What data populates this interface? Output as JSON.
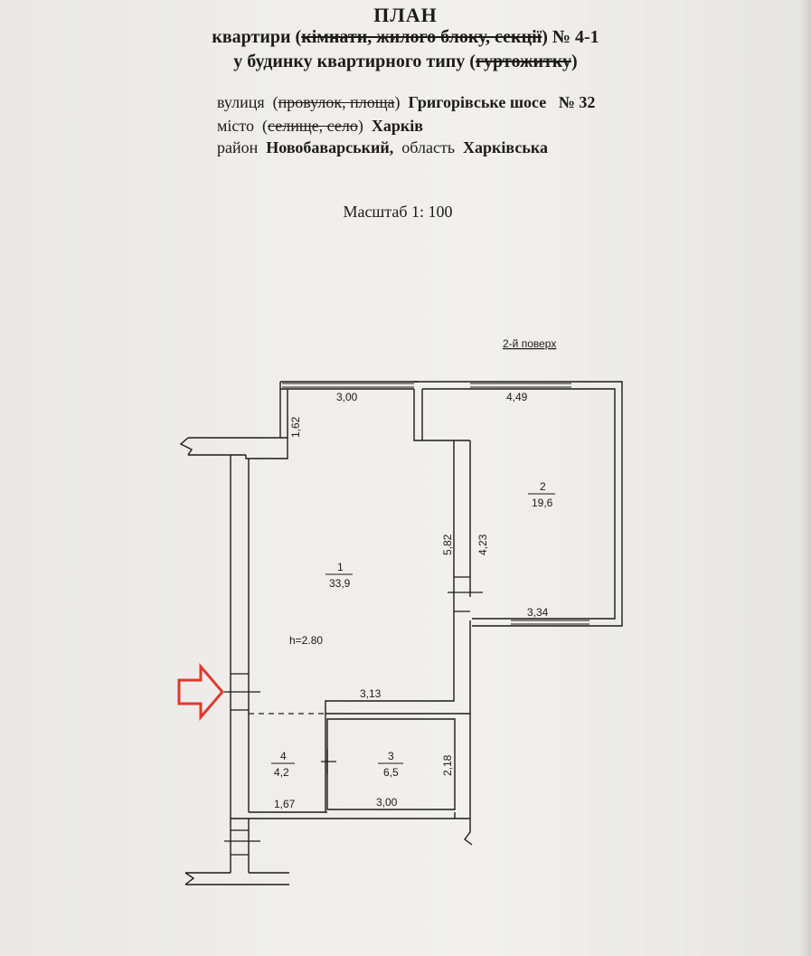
{
  "header": {
    "title": "ПЛАН",
    "line1": {
      "a": "квартири (",
      "b": "кімнати, жилого блоку, секції",
      "c": ") № 4-1"
    },
    "line2": {
      "a": "у будинку квартирного типу (",
      "b": "гуртожитку",
      "c": ")"
    },
    "street": {
      "label": "вулиця",
      "strike": "провулок, площа",
      "value": "Григорівське шосе",
      "num": "№ 32"
    },
    "city": {
      "label": "місто",
      "strike": "селище, село",
      "value": "Харків"
    },
    "district": {
      "label": "район",
      "value": "Новобаварський,",
      "oblast_label": "область",
      "oblast": "Харківська"
    },
    "scale": "Масштаб 1: 100"
  },
  "plan": {
    "floor": "2-й поверх",
    "height": "h=2.80",
    "rooms": [
      {
        "num": "1",
        "area": "33,9"
      },
      {
        "num": "2",
        "area": "19,6"
      },
      {
        "num": "3",
        "area": "6,5"
      },
      {
        "num": "4",
        "area": "4,2"
      }
    ],
    "dims": [
      "3,00",
      "4,49",
      "1,62",
      "5,82",
      "4,23",
      "3,34",
      "3,13",
      "2,18",
      "1,67",
      "3,00"
    ]
  },
  "colors": {
    "arrow": "#e0392f",
    "ink": "#1b1b1b"
  }
}
